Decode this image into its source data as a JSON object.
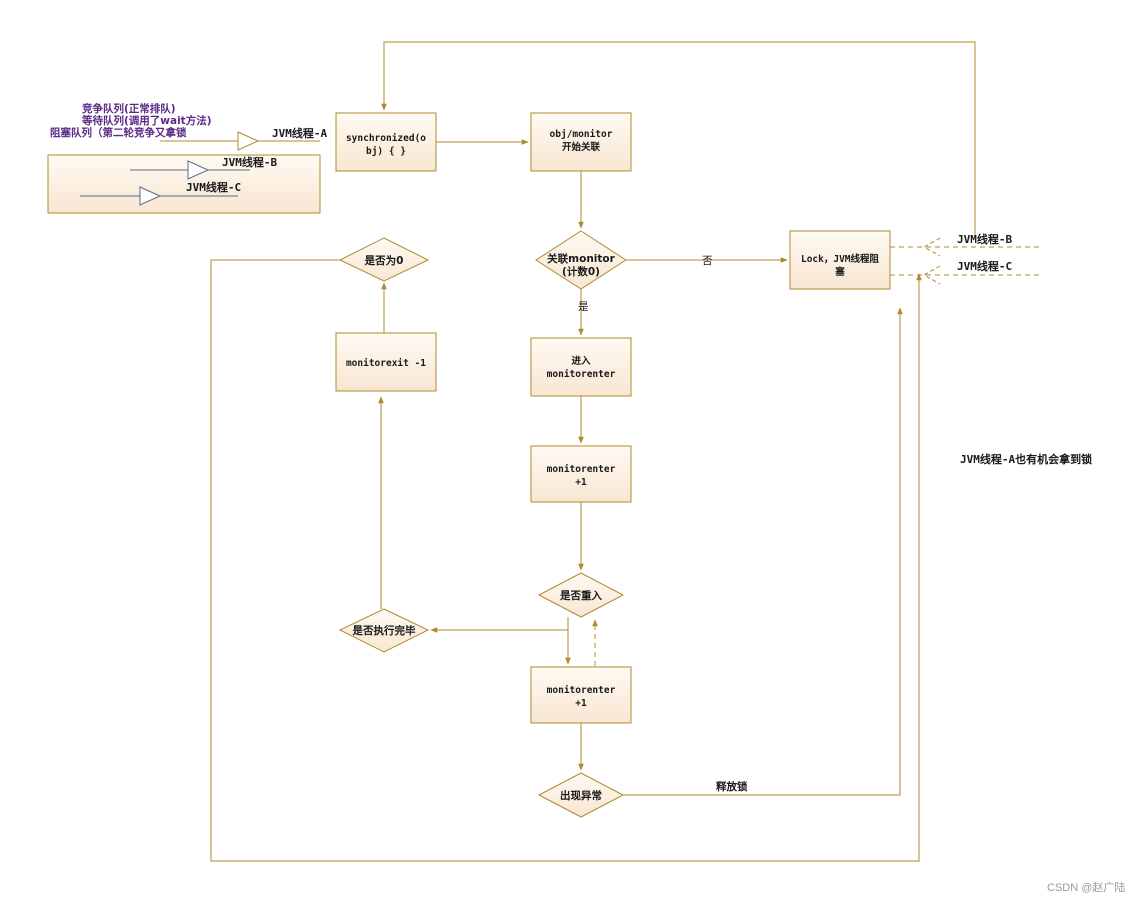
{
  "queues": {
    "competitive": "竞争队列(正常排队)",
    "waiting": "等待队列(调用了wait方法)",
    "blocked": "阻塞队列（第二轮竞争又拿锁"
  },
  "threads": {
    "a": "JVM线程-A",
    "b": "JVM线程-B",
    "c": "JVM线程-C",
    "b_right": "JVM线程-B",
    "c_right": "JVM线程-C"
  },
  "nodes": {
    "sync": [
      "synchronized(o",
      "bj) { }"
    ],
    "obj_monitor": [
      "obj/monitor",
      "开始关联"
    ],
    "assoc": [
      "关联monitor",
      "(计数0)"
    ],
    "lock_block": [
      "Lock，JVM线程阻",
      "塞"
    ],
    "enter": [
      "进入",
      "monitorenter"
    ],
    "enter_plus1": [
      "monitorenter",
      "+1"
    ],
    "reentrant": "是否重入",
    "enter_plus1_b": [
      "monitorenter",
      "+1"
    ],
    "exception": "出现异常",
    "exec_done": "是否执行完毕",
    "monitorexit": "monitorexit -1",
    "is_zero": "是否为0"
  },
  "edges": {
    "no": "否",
    "yes": "是",
    "release": "释放锁"
  },
  "note": "JVM线程-A也有机会拿到锁",
  "watermark": "CSDN @赵广陆",
  "colors": {
    "line": "#b08b2e",
    "box_fill": "#fbeee0",
    "box_stroke": "#b08b2e",
    "queue_text": "#5b2a86"
  }
}
